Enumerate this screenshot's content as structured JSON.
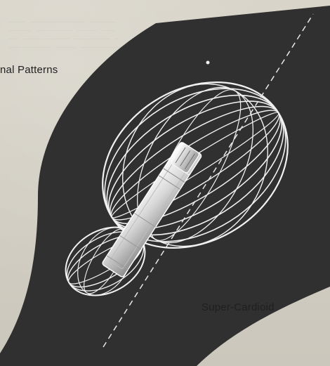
{
  "labels": {
    "patterns_title": "nal Patterns",
    "super_cardioid": "Super-Cardioid"
  },
  "colors": {
    "paper": "#d2cec3",
    "dark_panel": "#303030",
    "line_art": "#f1f1f1",
    "text": "#1f1f1f"
  },
  "icons": {
    "microphone": "microphone-illustration",
    "polar_pattern": "super-cardioid-pattern"
  }
}
